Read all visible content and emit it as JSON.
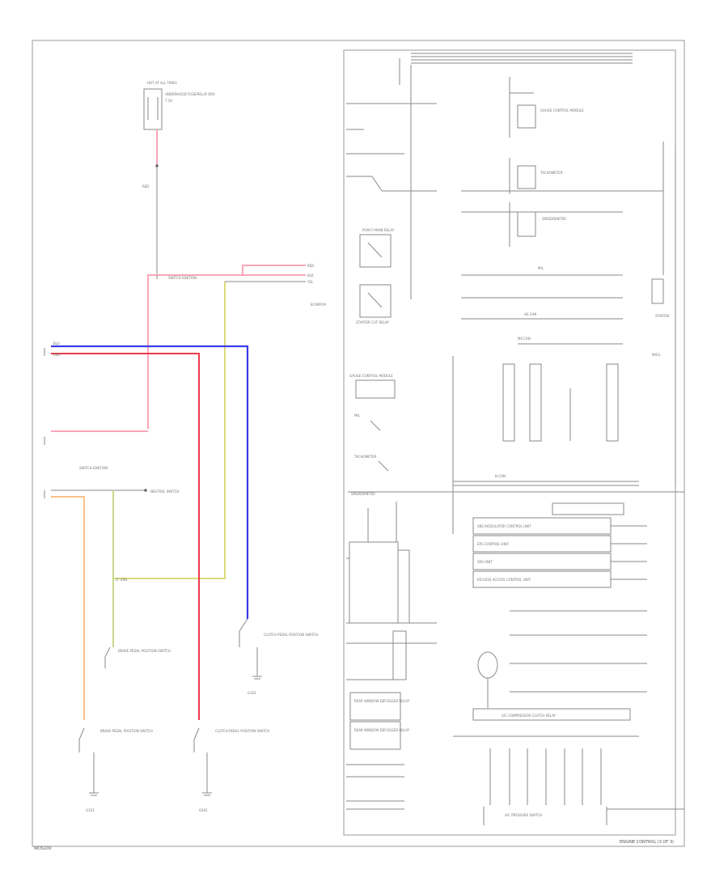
{
  "colors": {
    "pink": "#f8a6b8",
    "red": "#ee3a4a",
    "blue": "#3b3bef",
    "yellow": "#dcdc7a",
    "orange": "#f8c28a",
    "gray": "#8a8a8a"
  },
  "footer": {
    "code": "WDS100",
    "caption": "ENGINE CONTROL (3 OF 3)"
  },
  "left": {
    "hotfuse": "HOT AT ALL TIMES",
    "fuse_box": "UNDERHOOD FUSE/RELAY BOX",
    "fuse_rating": "7.5A",
    "sw_ignition": "SWITCH IGNITION",
    "ecm_label": "ECM/PCM",
    "pin_red": "RED",
    "pin_blk": "BLK",
    "pin_blu": "BLU",
    "pin_yel": "YEL",
    "pin_lt_grn": "LT GRN",
    "neutral_sw": "NEUTRAL SWITCH",
    "brake_sw": "BRAKE PEDAL POSITION SWITCH",
    "clutch_sw": "CLUTCH PEDAL POSITION SWITCH",
    "ground_g101": "G101",
    "ground_g401": "G401",
    "ground_g301": "G301"
  },
  "right": {
    "relay1": "PGM-FI MAIN RELAY",
    "relay2": "STARTER CUT RELAY",
    "starter": "STARTER",
    "gauge": "GAUGE CONTROL MODULE",
    "tach": "TACHOMETER",
    "speedo": "SPEEDOMETER",
    "mil": "MIL",
    "hs_can": "HS CAN",
    "ms_can": "MS CAN",
    "b_can": "B-CAN",
    "module_a": "ABS MODULATOR CONTROL UNIT",
    "module_b": "EPS CONTROL UNIT",
    "module_c": "SRS UNIT",
    "module_d": "KEYLESS ACCESS CONTROL UNIT",
    "mics": "MICU",
    "rear_box": "REAR WINDOW DEFOGGER RELAY",
    "ac_relay": "A/C COMPRESSOR CLUTCH RELAY",
    "ac_bottom": "A/C PRESSURE SWITCH"
  }
}
